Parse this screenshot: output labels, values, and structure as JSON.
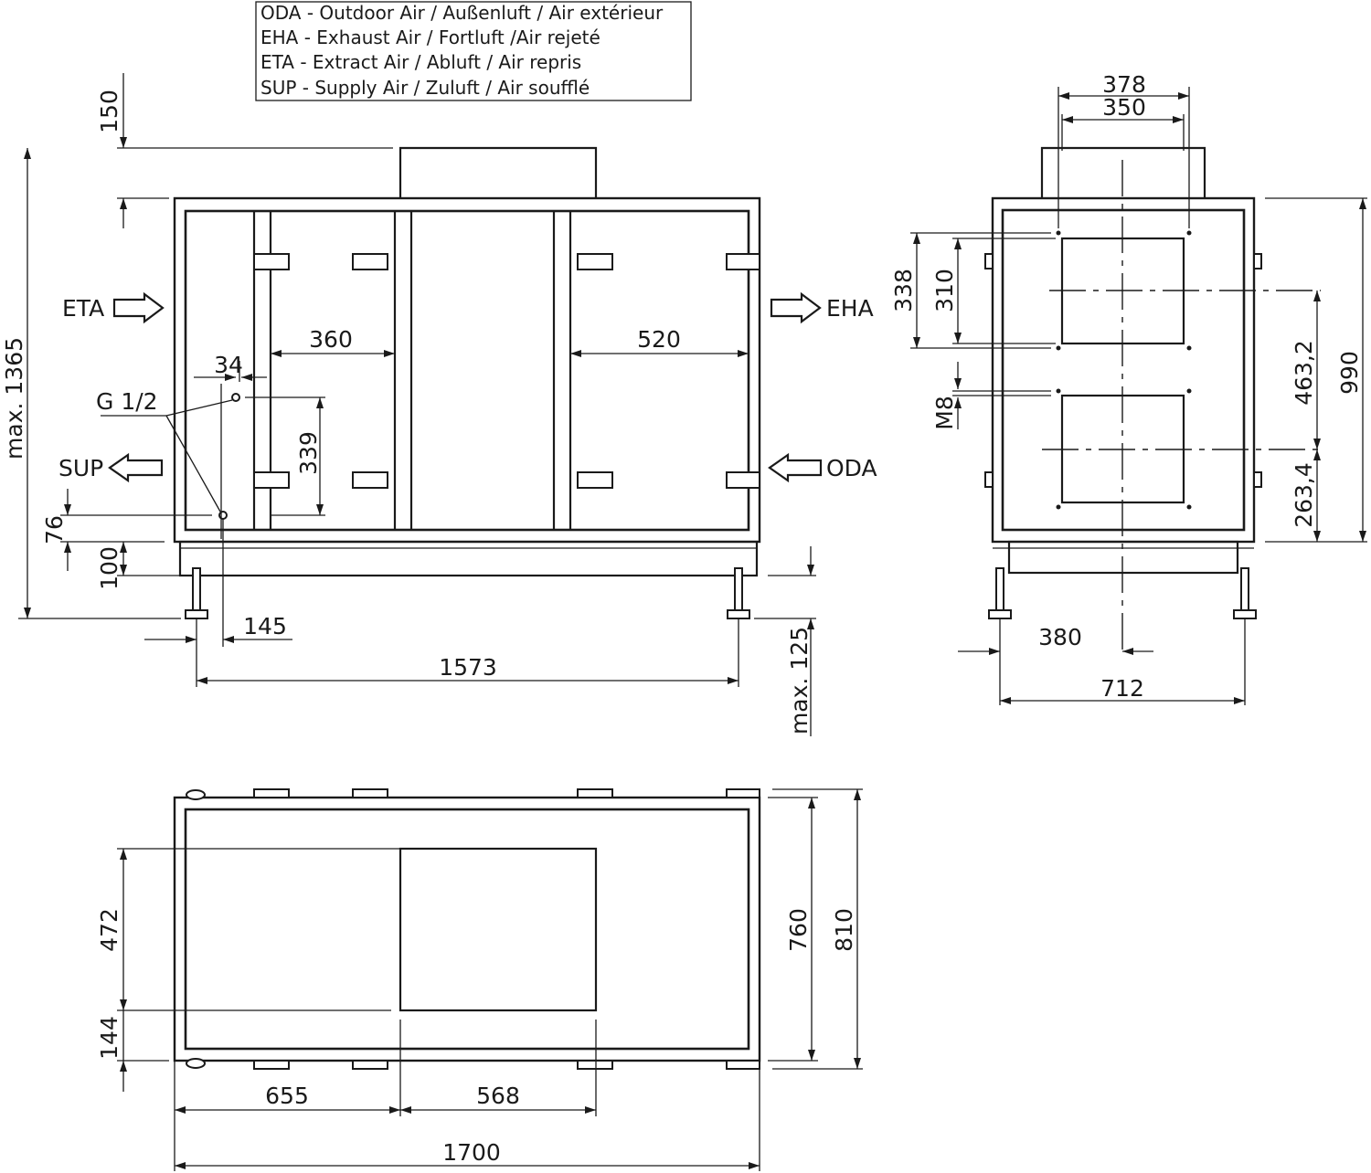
{
  "legend": {
    "lines": [
      "ODA - Outdoor Air / Außenluft / Air extérieur",
      "EHA - Exhaust Air / Fortluft /Air rejeté",
      "ETA - Extract Air / Abluft / Air repris",
      "SUP - Supply Air / Zuluft / Air soufflé"
    ]
  },
  "flow_labels": {
    "eta": "ETA",
    "eha": "EHA",
    "sup": "SUP",
    "oda": "ODA",
    "drain": "G 1/2",
    "bolt": "M8"
  },
  "front_view": {
    "dims": {
      "d150": "150",
      "d1365": "max. 1365",
      "d360": "360",
      "d520": "520",
      "d34": "34",
      "d339": "339",
      "d76": "76",
      "d100": "100",
      "d145": "145",
      "d1573": "1573",
      "d125": "max. 125"
    }
  },
  "side_view": {
    "dims": {
      "d378": "378",
      "d350": "350",
      "d338": "338",
      "d310": "310",
      "d463": "463,2",
      "d990": "990",
      "d263": "263,4",
      "d380": "380",
      "d712": "712"
    }
  },
  "top_view": {
    "dims": {
      "d472": "472",
      "d144": "144",
      "d760": "760",
      "d810": "810",
      "d655": "655",
      "d568": "568",
      "d1700": "1700"
    }
  }
}
